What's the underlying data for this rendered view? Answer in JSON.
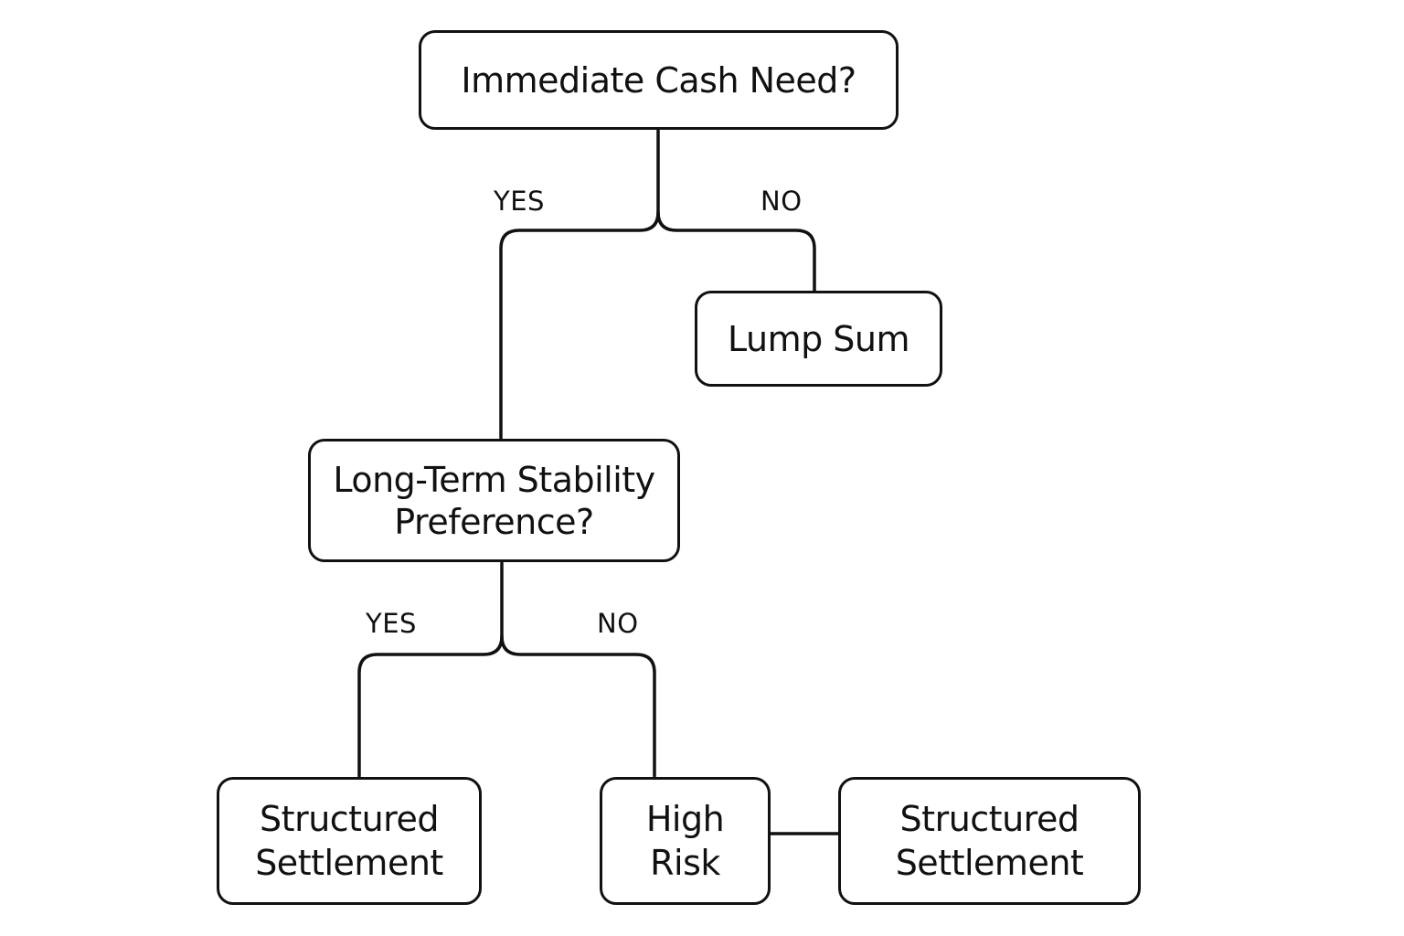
{
  "nodes": {
    "root": {
      "lines": [
        "Immediate Cash Need?"
      ]
    },
    "lump_sum": {
      "lines": [
        "Lump Sum"
      ]
    },
    "stability": {
      "lines": [
        "Long-Term Stability",
        "Preference?"
      ]
    },
    "structured_left": {
      "lines": [
        "Structured",
        "Settlement"
      ]
    },
    "high_risk": {
      "lines": [
        "High",
        "Risk"
      ]
    },
    "structured_right": {
      "lines": [
        "Structured",
        "Settlement"
      ]
    }
  },
  "edge_labels": {
    "root_yes": "YES",
    "root_no": "NO",
    "stability_yes": "YES",
    "stability_no": "NO"
  },
  "colors": {
    "stroke": "#111111",
    "background": "#ffffff"
  }
}
